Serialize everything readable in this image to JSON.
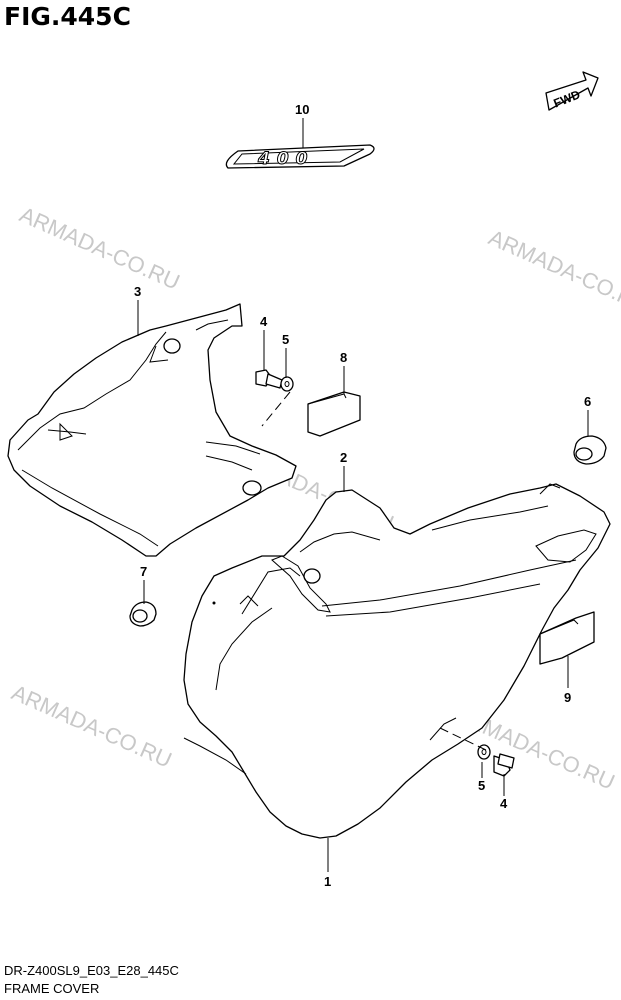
{
  "title": "FIG.445C",
  "footer": {
    "code": "DR-Z400SL9_E03_E28_445C",
    "name": "FRAME COVER"
  },
  "direction_badge": "FWD",
  "emblem_text": "400",
  "watermark": "ARMADA-CO.RU",
  "callouts": {
    "c1": "1",
    "c2": "2",
    "c3": "3",
    "c4_top": "4",
    "c4_bottom": "4",
    "c5_top": "5",
    "c5_bottom": "5",
    "c6": "6",
    "c7": "7",
    "c8": "8",
    "c9": "9",
    "c10": "10"
  }
}
